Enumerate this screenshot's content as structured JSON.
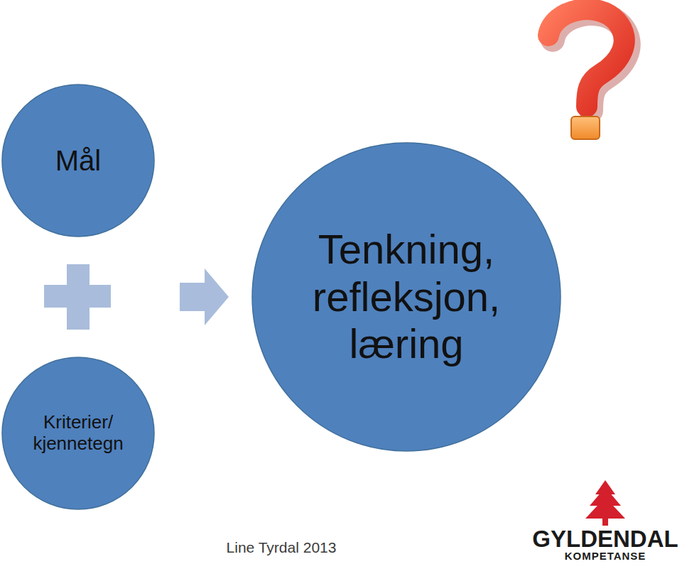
{
  "diagram": {
    "nodes": [
      {
        "text": [
          "Mål"
        ]
      },
      {
        "text": [
          "Kriterier/ kjennetegn"
        ]
      },
      {
        "text": [
          "Tenkning, refleksjon, læring"
        ]
      }
    ],
    "labels": [
      "Line Tyrdal 2013",
      "GYLDENDAL",
      "KOMPETANSE"
    ]
  }
}
